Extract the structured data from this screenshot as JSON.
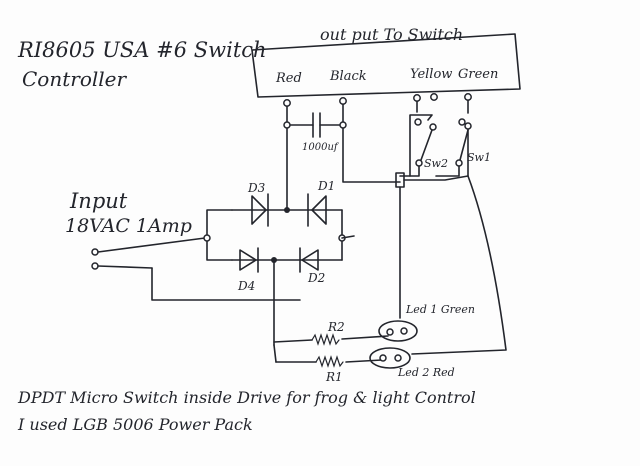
{
  "title": {
    "line1": "RI8605   USA #6 Switch",
    "line2": "Controller"
  },
  "output_box": {
    "caption": "out put  To Switch",
    "wires": [
      "Red",
      "Black",
      "Yellow",
      "Green"
    ]
  },
  "input": {
    "line1": "Input",
    "line2": "18VAC  1Amp"
  },
  "components": {
    "capacitor": "1000uf",
    "switch_1": "Sw2",
    "switch_2": "Sw1",
    "diode_1": "D3",
    "diode_2": "D1",
    "diode_3": "D4",
    "diode_4": "D2",
    "resistor_1": "R2",
    "resistor_2": "R1",
    "led_1": "Led 1  Green",
    "led_2": "Led 2  Red"
  },
  "notes": {
    "line1": "DPDT Micro Switch inside Drive for frog & light Control",
    "line2": "I used LGB 5006 Power Pack"
  }
}
